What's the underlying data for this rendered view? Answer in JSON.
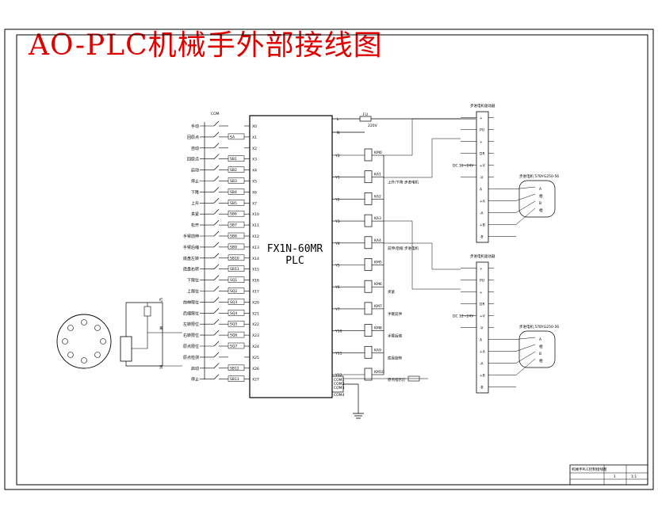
{
  "title": "AO-PLC机械手外部接线图",
  "plc": {
    "model": "FX1N-60MR",
    "label": "PLC"
  },
  "inputs": [
    {
      "addr": "X0",
      "ref": "",
      "label": "手动"
    },
    {
      "addr": "X1",
      "ref": "SA",
      "label": "回原点"
    },
    {
      "addr": "X2",
      "ref": "",
      "label": "自动"
    },
    {
      "addr": "X3",
      "ref": "SB1",
      "label": "回原点"
    },
    {
      "addr": "X4",
      "ref": "SB2",
      "label": "启动"
    },
    {
      "addr": "X5",
      "ref": "SB3",
      "label": "停止"
    },
    {
      "addr": "X6",
      "ref": "SB4",
      "label": "下降"
    },
    {
      "addr": "X7",
      "ref": "SB5",
      "label": "上升"
    },
    {
      "addr": "X10",
      "ref": "SB6",
      "label": "夹紧"
    },
    {
      "addr": "X11",
      "ref": "SB7",
      "label": "松开"
    },
    {
      "addr": "X12",
      "ref": "SB8",
      "label": "手臂前伸"
    },
    {
      "addr": "X13",
      "ref": "SB9",
      "label": "手臂后缩"
    },
    {
      "addr": "X14",
      "ref": "SB10",
      "label": "底盘左转"
    },
    {
      "addr": "X15",
      "ref": "SB11",
      "label": "底盘右转"
    },
    {
      "addr": "X16",
      "ref": "SQ1",
      "label": "下限位"
    },
    {
      "addr": "X17",
      "ref": "SQ2",
      "label": "上限位"
    },
    {
      "addr": "X20",
      "ref": "SQ3",
      "label": "前伸限位"
    },
    {
      "addr": "X21",
      "ref": "SQ4",
      "label": "后缩限位"
    },
    {
      "addr": "X22",
      "ref": "SQ5",
      "label": "左转限位"
    },
    {
      "addr": "X23",
      "ref": "SQ6",
      "label": "右转限位"
    },
    {
      "addr": "X24",
      "ref": "SQ7",
      "label": "原点限位"
    },
    {
      "addr": "X25",
      "ref": "",
      "label": "原点检测"
    },
    {
      "addr": "X26",
      "ref": "SB12",
      "label": "启动"
    },
    {
      "addr": "X27",
      "ref": "SB13",
      "label": "停止"
    }
  ],
  "input_common": "COM",
  "outputs": [
    {
      "addr": "Y0",
      "ref": "KM0",
      "label": ""
    },
    {
      "addr": "Y1",
      "ref": "KA1",
      "label": "上升/下降 步进电机"
    },
    {
      "addr": "Y2",
      "ref": "KA2",
      "label": ""
    },
    {
      "addr": "Y3",
      "ref": "KA3",
      "label": ""
    },
    {
      "addr": "Y4",
      "ref": "KA4",
      "label": "前伸/后缩 步进电机"
    },
    {
      "addr": "Y5",
      "ref": "KM5",
      "label": ""
    },
    {
      "addr": "Y6",
      "ref": "KM6",
      "label": "夹紧"
    },
    {
      "addr": "Y7",
      "ref": "KM7",
      "label": "手臂前伸"
    },
    {
      "addr": "Y10",
      "ref": "KM8",
      "label": "手臂后缩"
    },
    {
      "addr": "Y11",
      "ref": "KA9",
      "label": "底盘旋转"
    },
    {
      "addr": "Y12",
      "ref": "KM10",
      "label": "原点指示灯"
    }
  ],
  "power": {
    "l": "L",
    "n": "N",
    "fuse": "FU",
    "source": "220V"
  },
  "output_commons": [
    "COM1",
    "COM2",
    "COM3",
    "COM4"
  ],
  "drivers": [
    {
      "title": "步进电机驱动器",
      "motor": "步进电机 57BYG250-56",
      "supply": "DC 12~24V",
      "terminals": [
        "+",
        "PU",
        "+",
        "DR",
        "+V",
        "-V",
        "A",
        "+A",
        "-A",
        "+B",
        "-B"
      ],
      "phases": [
        "A",
        "相",
        "B",
        "相"
      ]
    },
    {
      "title": "步进电机驱动器",
      "motor": "步进电机 57BYG250-56",
      "supply": "DC 12~24V",
      "terminals": [
        "+",
        "PU",
        "+",
        "DR",
        "+V",
        "-V",
        "A",
        "+A",
        "-A",
        "+B",
        "-B"
      ],
      "phases": [
        "A",
        "相",
        "B",
        "相"
      ]
    }
  ],
  "potentiometer": {
    "labels": [
      "红",
      "黄",
      "黑"
    ]
  },
  "title_block": {
    "name": "机械手PLC控制接线图",
    "sheet": "1",
    "scale": "1:1"
  }
}
